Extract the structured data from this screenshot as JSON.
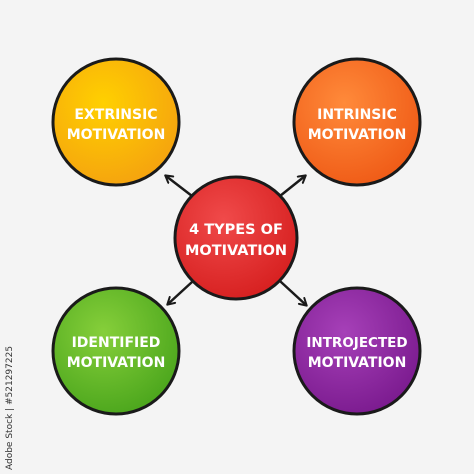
{
  "diagram": {
    "center": {
      "line1": "4 TYPES OF",
      "line2": "MOTIVATION",
      "color": "#d61f1f",
      "highlight": "#f04a4a"
    },
    "nodes": [
      {
        "id": "extrinsic",
        "line1": "EXTRINSIC",
        "line2": "MOTIVATION",
        "color": "#f5a20f",
        "highlight": "#ffd000"
      },
      {
        "id": "intrinsic",
        "line1": "INTRINSIC",
        "line2": "MOTIVATION",
        "color": "#ef5a16",
        "highlight": "#ff8a3a"
      },
      {
        "id": "identified",
        "line1": "IDENTIFIED",
        "line2": "MOTIVATION",
        "color": "#4aa51c",
        "highlight": "#86cf3a"
      },
      {
        "id": "introjected",
        "line1": "INTROJECTED",
        "line2": "MOTIVATION",
        "color": "#7a1a8e",
        "highlight": "#a640b8"
      }
    ],
    "outline_color": "#1a1a1a",
    "arrow_color": "#1a1a1a"
  },
  "side_text": "Adobe Stock | #521297225"
}
